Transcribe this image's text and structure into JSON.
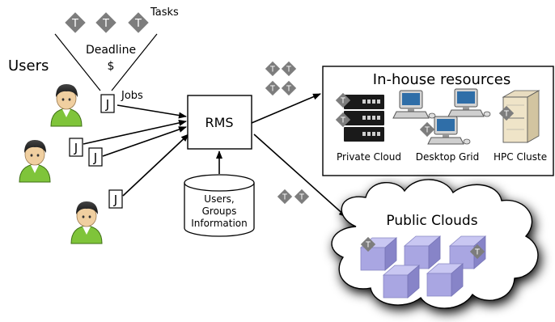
{
  "users_label": "Users",
  "tasks_label": "Tasks",
  "deadline_label": "Deadline",
  "dollar_label": "$",
  "jobs_label": "Jobs",
  "job_letter": "J",
  "task_letter": "T",
  "rms_label": "RMS",
  "database": {
    "line1": "Users,",
    "line2": "Groups",
    "line3": "Information"
  },
  "inhouse": {
    "title": "In-house resources",
    "private_cloud": "Private Cloud",
    "desktop_grid": "Desktop Grid",
    "hpc_cluster": "HPC Cluste"
  },
  "public_clouds": "Public Clouds",
  "colors": {
    "user_shirt": "#7fc43a",
    "user_face": "#f0cfa0",
    "task_diamond": "#7d7d7d",
    "cloud_cube": "#a9a6e2",
    "server_black": "#1a1a1a"
  }
}
